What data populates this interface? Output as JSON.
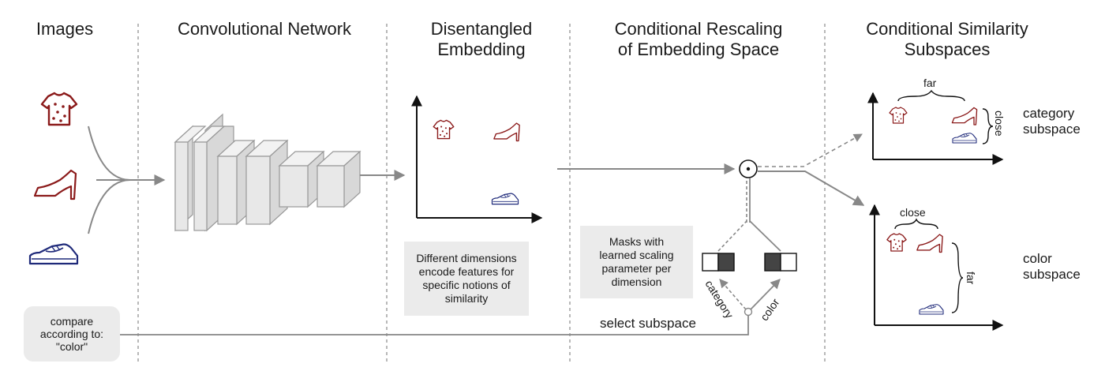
{
  "headers": {
    "images": "Images",
    "conv": "Convolutional Network",
    "disentangled": "Disentangled\nEmbedding",
    "rescaling": "Conditional Rescaling\nof Embedding Space",
    "subspaces": "Conditional Similarity\nSubspaces"
  },
  "notes": {
    "dimensions": "Different dimensions\nencode features for\nspecific notions of\nsimilarity",
    "masks": "Masks with\nlearned scaling\nparameter per\ndimension"
  },
  "compare_box": "compare\naccording to:\n\"color\"",
  "select_subspace": "select subspace",
  "mask_labels": {
    "category": "category",
    "color": "color"
  },
  "operator_symbol": "⊙",
  "subspace_labels": {
    "category": "category\nsubspace",
    "color": "color\nsubspace"
  },
  "relations": {
    "category_far": "far",
    "category_close": "close",
    "color_close": "close",
    "color_far": "far"
  },
  "colors": {
    "shirt": "#8b1a1a",
    "shoe": "#8b1a1a",
    "sneaker": "#1f2a7a",
    "line": "#888888",
    "note_bg": "#ebebeb"
  },
  "icons": [
    "shirt-icon",
    "high-heel-icon",
    "sneaker-icon"
  ]
}
